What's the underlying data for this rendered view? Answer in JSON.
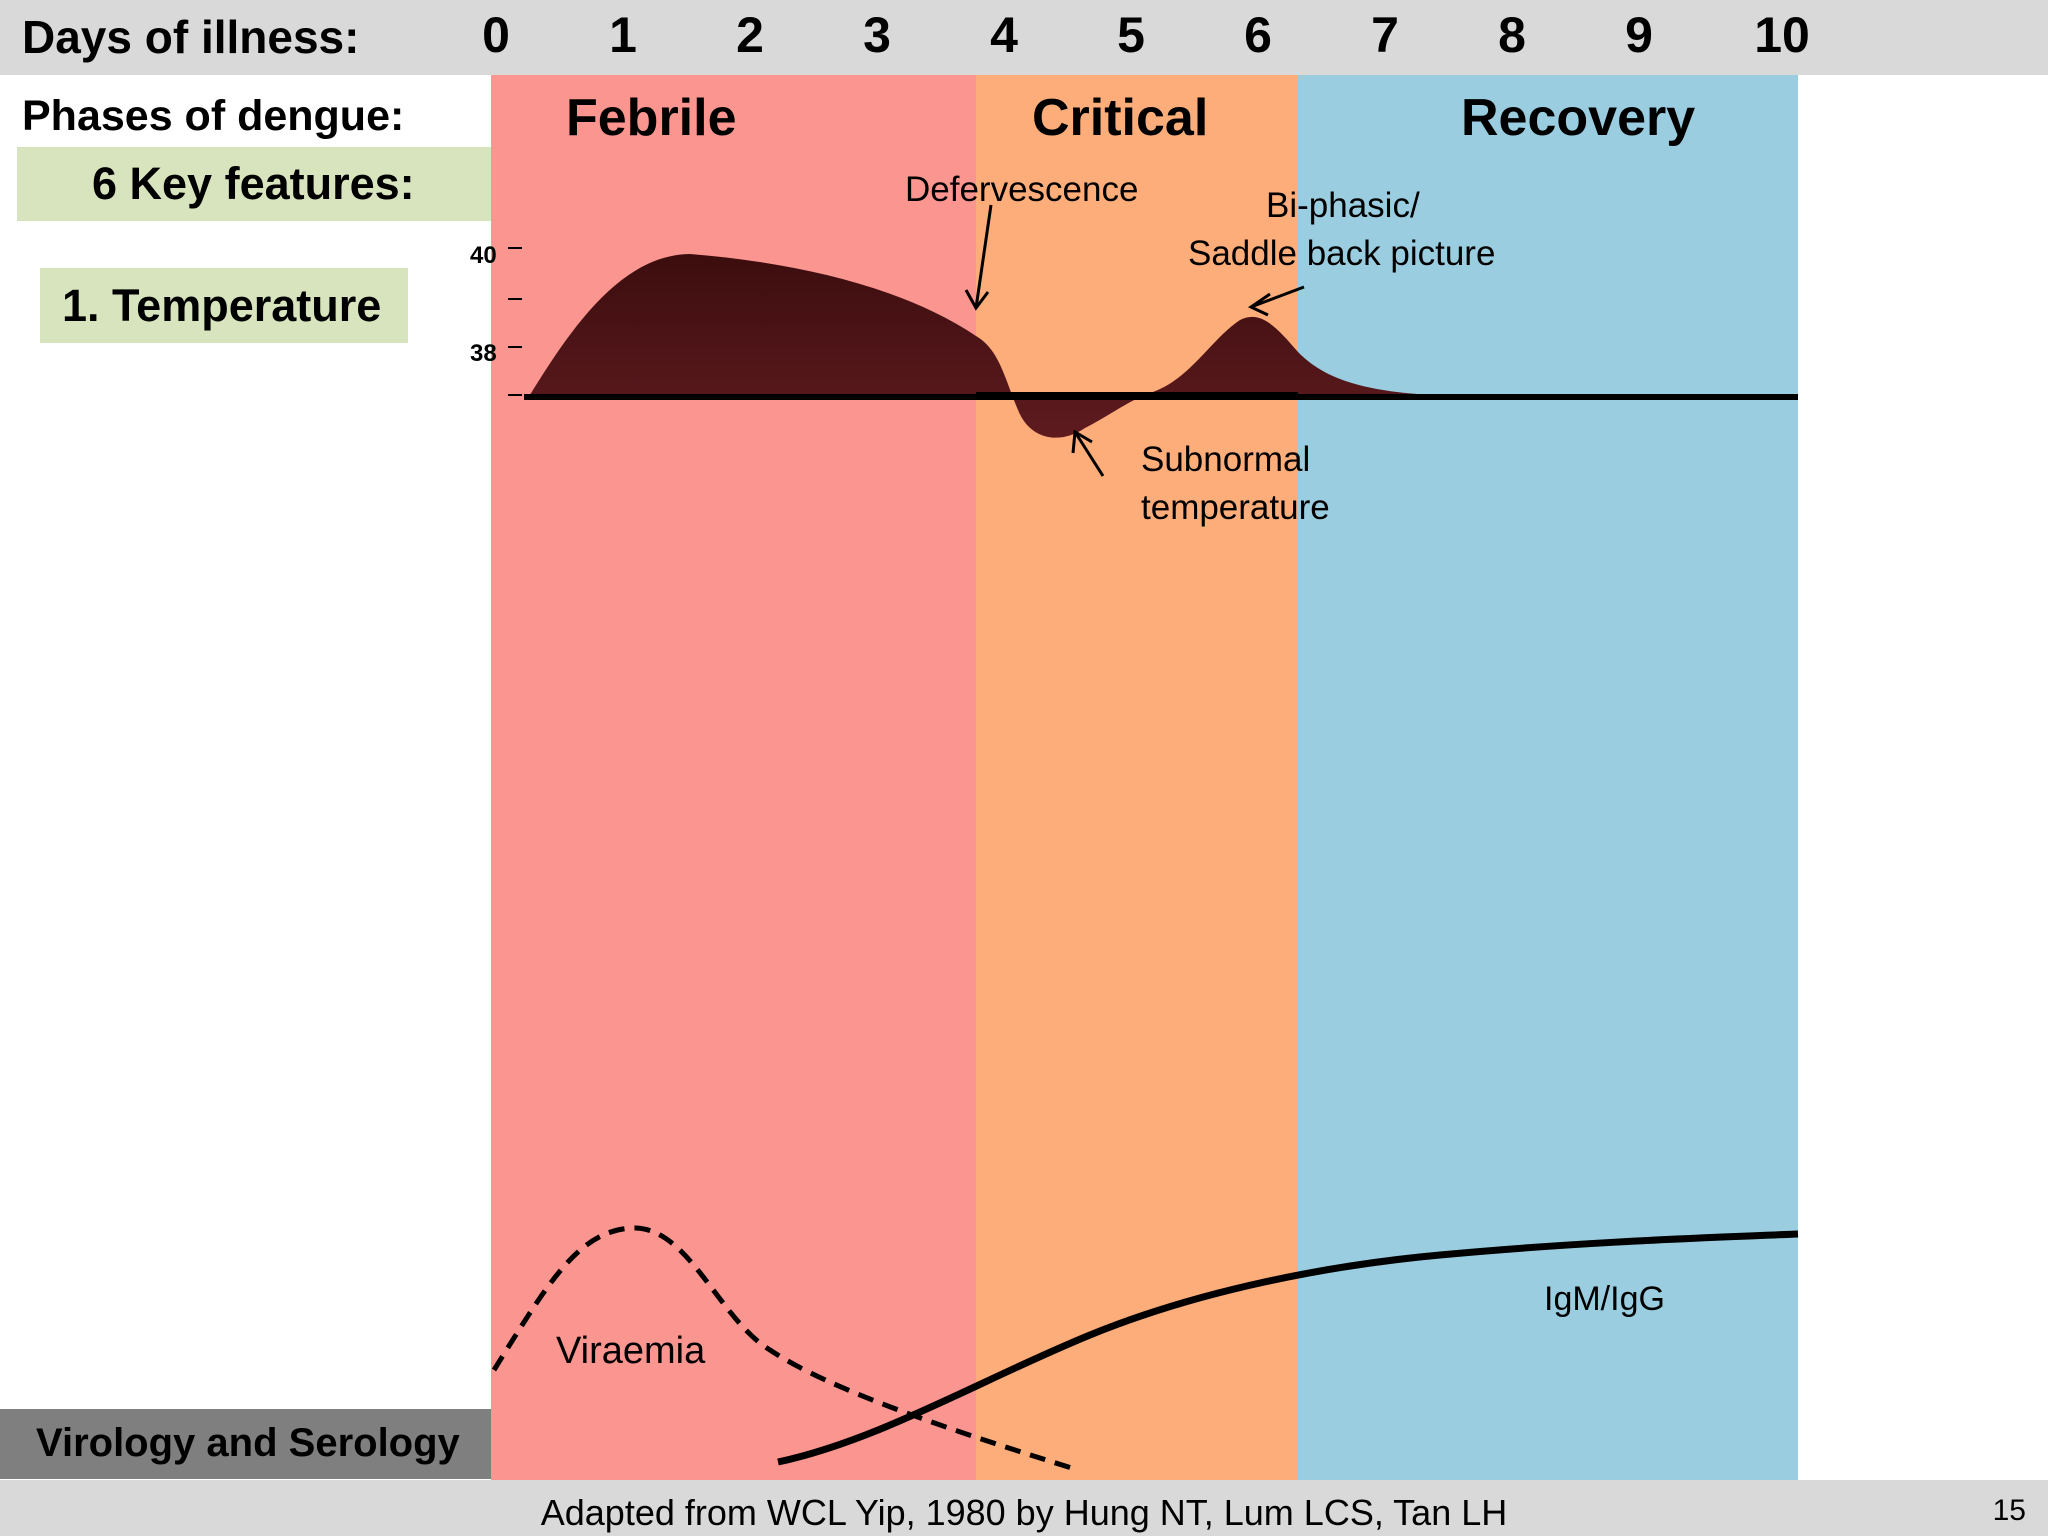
{
  "header": {
    "days_label": "Days of illness:",
    "days": [
      "0",
      "1",
      "2",
      "3",
      "4",
      "5",
      "6",
      "7",
      "8",
      "9",
      "10"
    ]
  },
  "phases": {
    "label": "Phases of dengue:",
    "items": [
      {
        "name": "Febrile",
        "color": "#fb9590"
      },
      {
        "name": "Critical",
        "color": "#fdad7a"
      },
      {
        "name": "Recovery",
        "color": "#99cddf"
      }
    ]
  },
  "features": {
    "key_label": "6 Key features:",
    "temperature_label": "1. Temperature",
    "virology_label": "Virology and Serology"
  },
  "temperature": {
    "tick_labels": [
      "40",
      "38"
    ],
    "fill_color": "#4a1416",
    "annotations": {
      "defervescence": "Defervescence",
      "biphasic_line1": "Bi-phasic/",
      "biphasic_line2": "Saddle back picture",
      "subnormal_line1": "Subnormal",
      "subnormal_line2": "temperature"
    }
  },
  "serology": {
    "viraemia_label": "Viraemia",
    "igm_label": "IgM/IgG"
  },
  "footer": {
    "source": "Adapted from WCL Yip, 1980 by Hung NT, Lum LCS, Tan LH",
    "page_number": "15"
  }
}
